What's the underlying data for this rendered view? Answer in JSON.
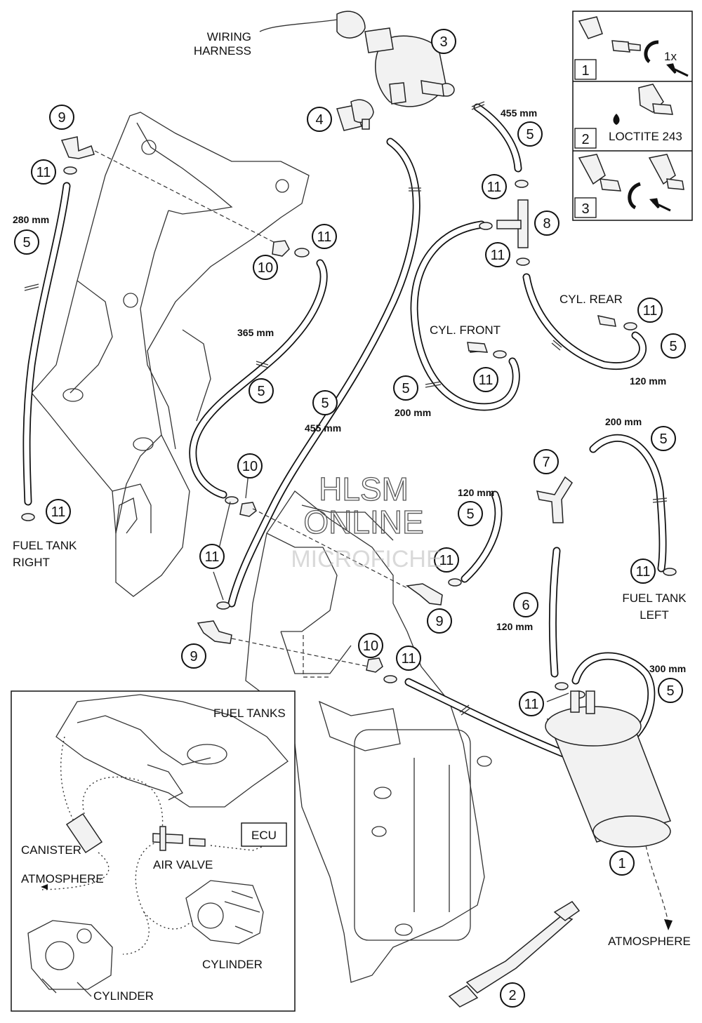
{
  "callouts": [
    "1",
    "2",
    "3",
    "4",
    "5",
    "6",
    "7",
    "8",
    "9",
    "10",
    "11"
  ],
  "labels": {
    "wiring_harness": [
      "WIRING",
      "HARNESS"
    ],
    "fuel_tank_right": [
      "FUEL TANK",
      "RIGHT"
    ],
    "fuel_tank_left": [
      "FUEL TANK",
      "LEFT"
    ],
    "cyl_front": "CYL. FRONT",
    "cyl_rear": "CYL. REAR",
    "atmosphere": "ATMOSPHERE"
  },
  "lengths": {
    "hose_top_right": "455 mm",
    "hose_left": "280 mm",
    "hose_365": "365 mm",
    "hose_455": "455 mm",
    "hose_front": "200 mm",
    "hose_rear": "120 mm",
    "hose_200_right": "200 mm",
    "hose_120_mid": "120 mm",
    "hose_6": "120 mm",
    "hose_300": "300 mm"
  },
  "legend": {
    "step1": "1",
    "step1_note": "1x",
    "step2": "2",
    "step2_note": "LOCTITE 243",
    "step3": "3"
  },
  "inset": {
    "fuel_tanks": "FUEL TANKS",
    "ecu": "ECU",
    "canister": "CANISTER",
    "air_valve": "AIR VALVE",
    "atmosphere": "ATMOSPHERE",
    "cylinder_1": "CYLINDER",
    "cylinder_2": "CYLINDER"
  },
  "watermark": [
    "HLSM",
    "ONLINE",
    "MICROFICHE"
  ]
}
